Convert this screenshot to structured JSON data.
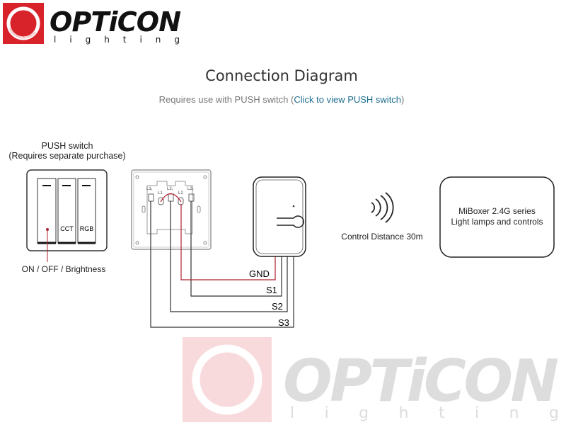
{
  "logo": {
    "brand": "OPTiCON",
    "tagline": "lighting",
    "color": "#d9232a"
  },
  "header": {
    "title": "Connection Diagram",
    "subtitle_prefix": "Requires use with PUSH switch (",
    "subtitle_link": "Click to view PUSH switch",
    "subtitle_suffix": ")"
  },
  "push_switch": {
    "title": "PUSH switch",
    "note": "(Requires separate purchase)",
    "buttons": [
      "",
      "CCT",
      "RGB"
    ],
    "caption": "ON / OFF / Brightness"
  },
  "terminals": [
    "L1₁",
    "L1",
    "L2₁",
    "L2",
    "L2₂"
  ],
  "wires": [
    "GND",
    "S1",
    "S2",
    "S3"
  ],
  "wireless": {
    "label": "Control Distance 30m"
  },
  "target": {
    "line1": "MiBoxer 2.4G series",
    "line2": "Light lamps and controls"
  },
  "watermark": {
    "brand": "OPTiCON",
    "tagline": "lighting"
  }
}
